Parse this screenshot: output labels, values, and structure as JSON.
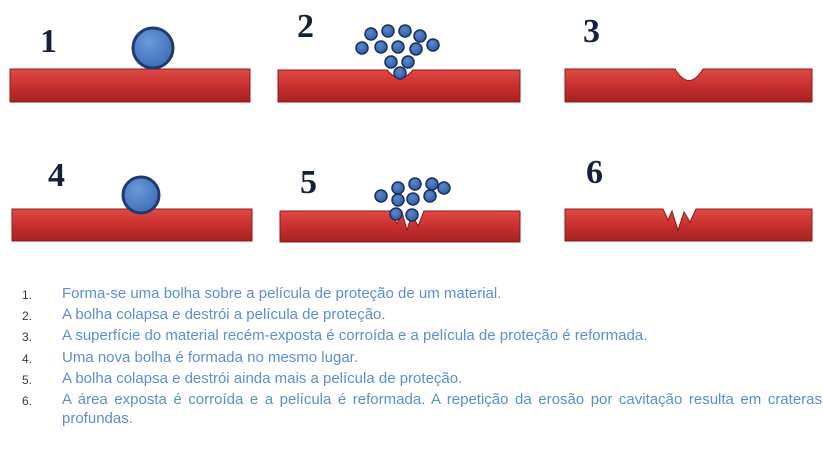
{
  "step_numbers": [
    "1",
    "2",
    "3",
    "4",
    "5",
    "6"
  ],
  "colors": {
    "bar_fill": "#c62d2d",
    "bar_edge": "#8a1a1a",
    "bubble_fill": "#4f7fc8",
    "bubble_edge": "#1f3b70",
    "number_text": "#14213d",
    "caption_text": "#5b8ed6",
    "list_number_text": "#3a3a3a"
  },
  "captions": [
    {
      "num": "1.",
      "text": "Forma-se uma bolha sobre a película de proteção de um material."
    },
    {
      "num": "2.",
      "text": "A bolha colapsa e destrói a película de proteção."
    },
    {
      "num": "3.",
      "text": "A superfície do material recém-exposta é corroída e a película de proteção é reformada."
    },
    {
      "num": "4.",
      "text": "Uma nova bolha é formada no mesmo lugar."
    },
    {
      "num": "5.",
      "text": "A bolha colapsa e destrói ainda mais a película de proteção."
    },
    {
      "num": "6.",
      "text": "A área exposta é corroída e a película é reformada. A repetição da erosão por cavitação resulta em crateras profundas."
    }
  ]
}
